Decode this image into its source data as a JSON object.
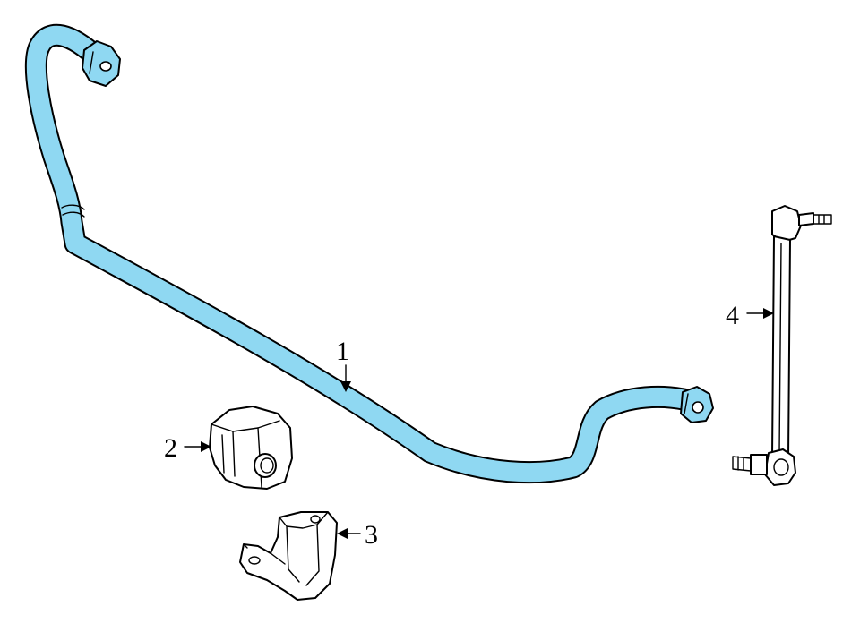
{
  "colors": {
    "highlight": "#8fd8f2",
    "line": "#000000",
    "background": "#ffffff"
  },
  "callouts": [
    {
      "label": "1",
      "part": "stabilizer-bar"
    },
    {
      "label": "2",
      "part": "bushing"
    },
    {
      "label": "3",
      "part": "bracket"
    },
    {
      "label": "4",
      "part": "link"
    }
  ]
}
